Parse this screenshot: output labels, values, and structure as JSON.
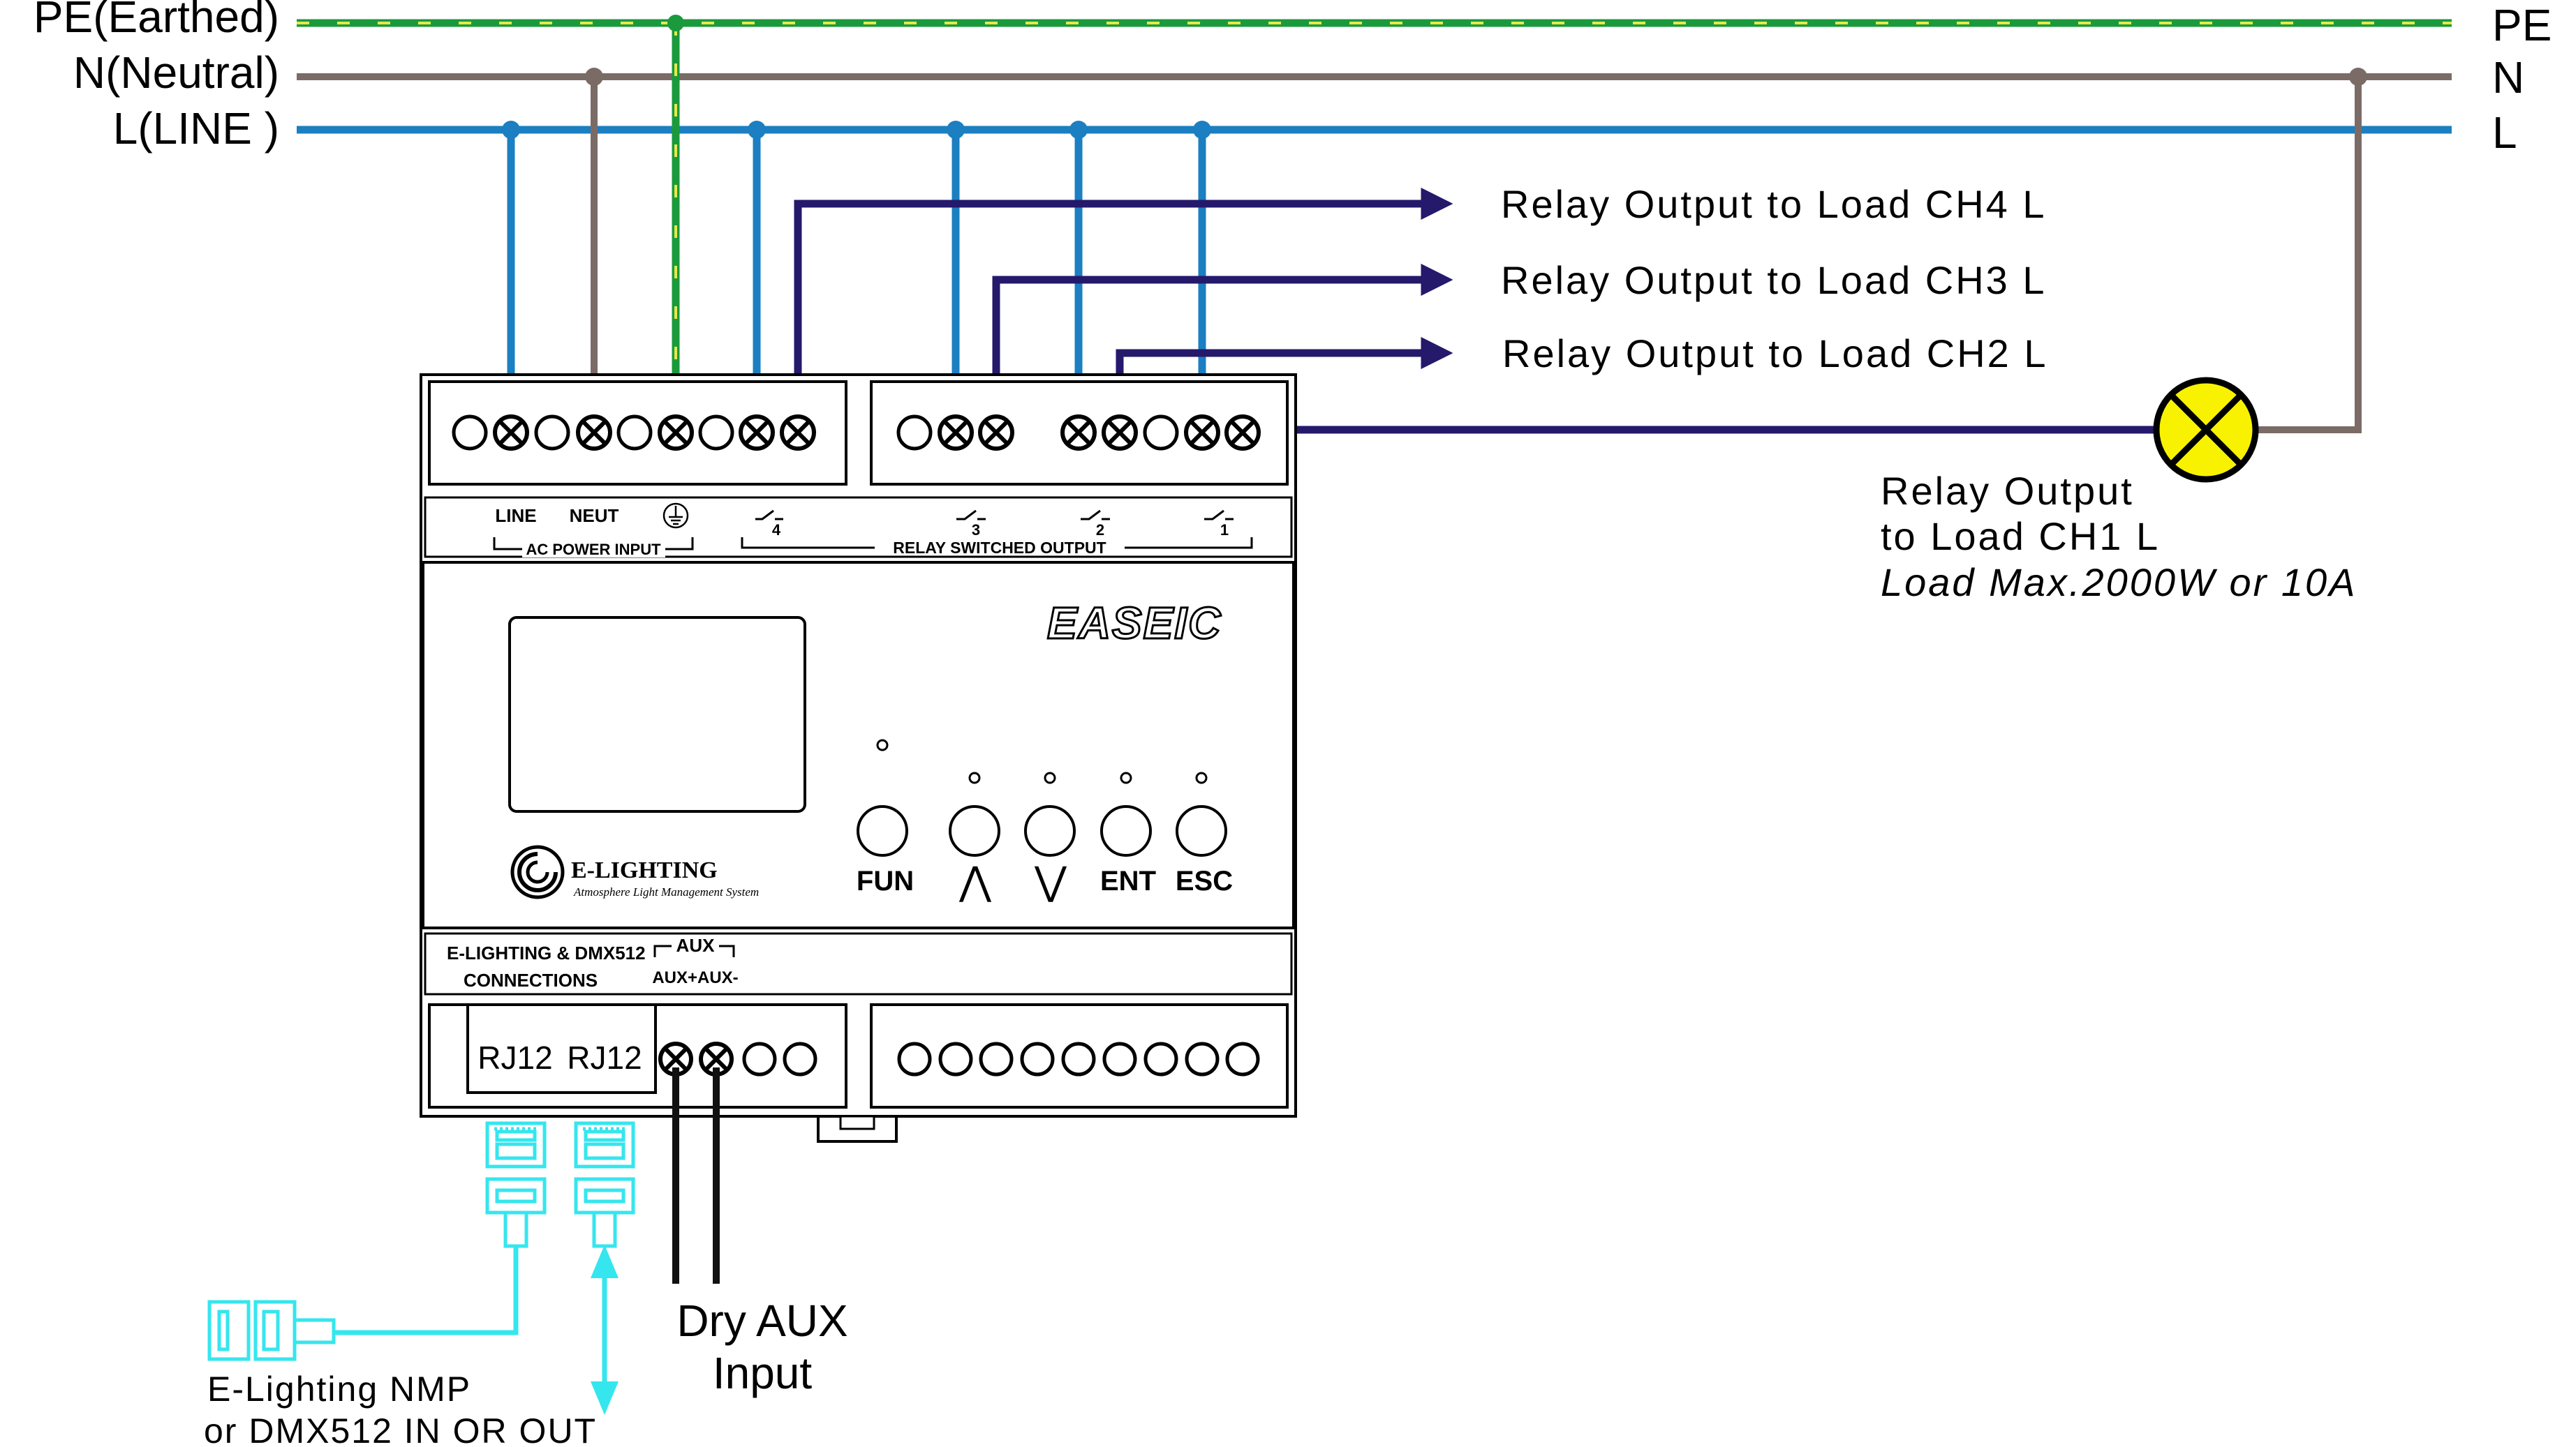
{
  "bus": {
    "pe_label": "PE(Earthed)",
    "n_label": "N(Neutral)",
    "l_label": "L(LINE )",
    "pe_short": "PE",
    "n_short": "N",
    "l_short": "L"
  },
  "outputs": {
    "ch4": "Relay Output to Load CH4 L",
    "ch3": "Relay Output to Load CH3 L",
    "ch2": "Relay Output to Load CH2 L",
    "ch1_line1": "Relay Output",
    "ch1_line2": "to Load CH1 L",
    "ch1_line3": "Load Max.2000W or 10A"
  },
  "device": {
    "brand": "EASEIC",
    "logo_name": "E-LIGHTING",
    "logo_sub": "Atmosphere Light Management System",
    "terminal_labels": {
      "line": "LINE",
      "neut": "NEUT",
      "ac_power_input": "AC POWER INPUT",
      "relay_switched_output": "RELAY SWITCHED OUTPUT",
      "ch4": "4",
      "ch3": "3",
      "ch2": "2",
      "ch1": "1"
    },
    "buttons": [
      "FUN",
      "⋀",
      "⋁",
      "ENT",
      "ESC"
    ],
    "connections_line1": "E-LIGHTING & DMX512",
    "connections_line2": "CONNECTIONS",
    "aux": "AUX",
    "aux_pm": "AUX+AUX-",
    "rj12_a": "RJ12",
    "rj12_b": "RJ12"
  },
  "bottom": {
    "nmp_line1": "E-Lighting NMP",
    "nmp_line2": "or DMX512 IN OR OUT",
    "aux_line1": "Dry AUX",
    "aux_line2": "Input"
  },
  "colors": {
    "pe_green": "#1a9a3c",
    "pe_yellow": "#e6e84a",
    "neutral": "#7b6b66",
    "line": "#1b7fc1",
    "relay": "#24196b",
    "cable": "#35e6ee",
    "lamp": "#f8f200"
  }
}
